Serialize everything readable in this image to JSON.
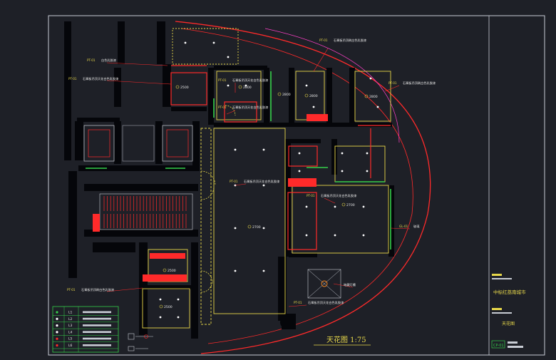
{
  "colors": {
    "background": "#1e2027",
    "wall": "#05060a",
    "frame": "#c8ccd4",
    "red": "#ff2a2a",
    "yellow": "#e8d84a",
    "green": "#35d04a",
    "cyan": "#33d7e6",
    "orange": "#ff8a1e",
    "magenta": "#ff40c8",
    "text": "#e6e6e6"
  },
  "drawing": {
    "title": "天花图 1:75",
    "project_name": "中标红荔南城市"
  },
  "callouts": [
    {
      "id": "c1",
      "tag": "PT-01",
      "text": "石膏板吊顶刷白色乳胶漆"
    },
    {
      "id": "c2",
      "tag": "PT-01",
      "text": "白色乳胶漆"
    },
    {
      "id": "c3",
      "tag": "PT-01",
      "text": "石膏板吊顶天花白色乳胶漆"
    },
    {
      "id": "c4",
      "tag": "PT-01",
      "text": "石膏板吊顶天花白色乳胶漆"
    },
    {
      "id": "c5",
      "tag": "PT-01",
      "text": "石膏板吊顶刷白色乳胶漆"
    },
    {
      "id": "c6",
      "tag": "PT-01",
      "text": "石膏板吊顶天花白色乳胶漆"
    },
    {
      "id": "c7",
      "tag": "PT-01",
      "text": "石膏板吊顶天花白色乳胶漆"
    },
    {
      "id": "c8",
      "tag": "PT-01",
      "text": "石膏板吊顶天花白色乳胶漆"
    },
    {
      "id": "c9",
      "tag": "GL-01",
      "text": "玻璃"
    },
    {
      "id": "c10",
      "tag": "PT-01",
      "text": "石膏板吊顶刷白色乳胶漆"
    },
    {
      "id": "c11",
      "tag": "PT-01",
      "text": "石膏板吊顶天花白色乳胶漆"
    },
    {
      "id": "c12",
      "tag": "",
      "text": "暗藏灯槽"
    }
  ],
  "heights": [
    "2500",
    "2800",
    "2800",
    "2800",
    "2800",
    "2700",
    "2700",
    "2500",
    "2500"
  ],
  "legend": {
    "rows": [
      {
        "symbol": "L1"
      },
      {
        "symbol": "L2"
      },
      {
        "symbol": "L3"
      },
      {
        "symbol": "L4"
      },
      {
        "symbol": "L5"
      },
      {
        "symbol": "L6"
      }
    ]
  },
  "title_block": {
    "sheet_label": "天花图",
    "sheet_no": "CP-01"
  }
}
